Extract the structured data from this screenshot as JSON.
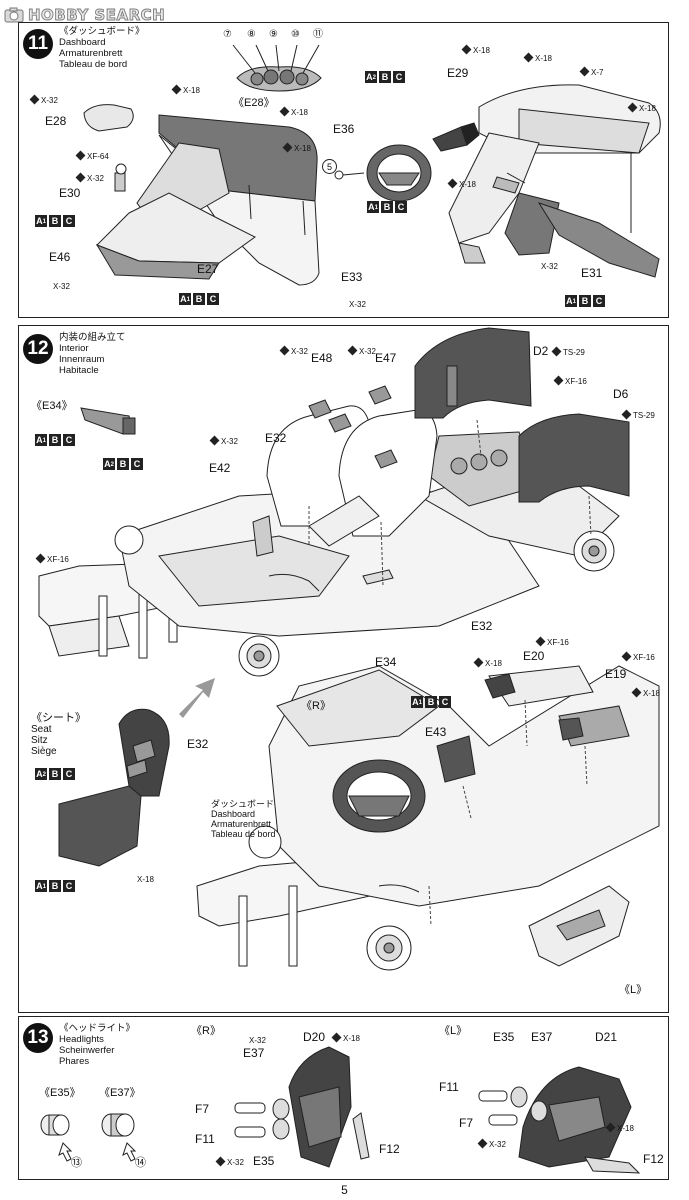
{
  "watermark": {
    "text": "HOBBY SEARCH"
  },
  "page": {
    "number": "5"
  },
  "step11": {
    "number": "11",
    "titles": {
      "jp": "《ダッシュボード》",
      "de": "Armaturenbrett",
      "fr": "Tableau de bord",
      "en": "Dashboard"
    },
    "labels": {
      "e28_label": "E28",
      "e28_detail": "《E28》",
      "e30": "E30",
      "e46": "E46",
      "e27": "E27",
      "e33": "E33",
      "e36": "E36",
      "e29": "E29",
      "e31": "E31",
      "five": "5"
    },
    "paints": {
      "x32_a": "X-32",
      "x18_a": "X-18",
      "xf64": "XF-64",
      "x32_b": "X-32",
      "x32_c": "X-32",
      "x18_b": "X-18",
      "x32_d": "X-32",
      "x18_c": "X-18",
      "x18_d": "X-18",
      "x18_e": "X-18",
      "x7": "X-7",
      "x18_f": "X-18",
      "x18_g": "X-18",
      "x32_e": "X-32"
    },
    "meter_numbers": [
      "⑦",
      "⑧",
      "⑨",
      "⑩",
      "⑪"
    ],
    "codes": {
      "a": "A",
      "a_sub": "1",
      "b": "B",
      "c": "C",
      "a2": "A",
      "a2_sub": "2"
    }
  },
  "step12": {
    "number": "12",
    "titles": {
      "jp": "内装の組み立て",
      "en": "Interior",
      "de": "Innenraum",
      "fr": "Habitacle"
    },
    "labels": {
      "e34_detail": "《E34》",
      "e48": "E48",
      "e47": "E47",
      "d2": "D2",
      "d6": "D6",
      "e32_a": "E32",
      "e42": "E42",
      "e32_b": "E32",
      "e34": "E34",
      "seat_jp": "《シート》",
      "seat_en": "Seat",
      "seat_de": "Sitz",
      "seat_fr": "Siège",
      "e32_seat": "E32",
      "r": "《R》",
      "l": "《L》",
      "e20": "E20",
      "e19": "E19",
      "e43": "E43",
      "dash_jp": "ダッシュボード",
      "dash_en": "Dashboard",
      "dash_de": "Armaturenbrett",
      "dash_fr": "Tableau de bord"
    },
    "paints": {
      "x32_a": "X-32",
      "x32_b": "X-32",
      "ts29_a": "TS-29",
      "xf16_a": "XF-16",
      "ts29_b": "TS-29",
      "x32_c": "X-32",
      "xf16_b": "XF-16",
      "x18_a": "X-18",
      "xf16_c": "XF-16",
      "xf16_d": "XF-16",
      "x18_b": "X-18",
      "x18_c": "X-18"
    }
  },
  "step13": {
    "number": "13",
    "titles": {
      "jp": "《ヘッドライト》",
      "en": "Headlights",
      "de": "Scheinwerfer",
      "fr": "Phares"
    },
    "labels": {
      "e35_detail": "《E35》",
      "e37_detail": "《E37》",
      "n13": "⑬",
      "n14": "⑭",
      "r": "《R》",
      "l": "《L》",
      "e37_r": "E37",
      "d20": "D20",
      "f7_r": "F7",
      "f11_r": "F11",
      "e35_r": "E35",
      "f12_r": "F12",
      "e35_l": "E35",
      "e37_l": "E37",
      "d21": "D21",
      "f11_l": "F11",
      "f7_l": "F7",
      "f12_l": "F12"
    },
    "paints": {
      "x32_a": "X-32",
      "x18_a": "X-18",
      "x32_b": "X-32",
      "x32_c": "X-32",
      "x18_b": "X-18"
    }
  }
}
